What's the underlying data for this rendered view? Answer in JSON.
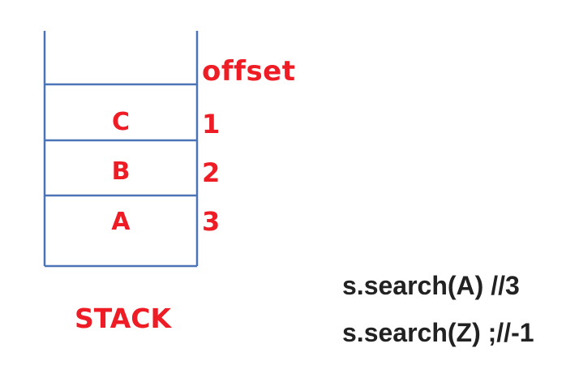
{
  "diagram": {
    "column_header": "offset",
    "cells": [
      {
        "label": "C",
        "offset": "1"
      },
      {
        "label": "B",
        "offset": "2"
      },
      {
        "label": "A",
        "offset": "3"
      }
    ],
    "caption": "STACK"
  },
  "code": {
    "line1": "s.search(A) //3",
    "line2": "s.search(Z) ;//-1"
  },
  "colors": {
    "label_red": "#ee1c25",
    "stack_outline_blue": "#4a74b5",
    "code_text": "#222222"
  }
}
